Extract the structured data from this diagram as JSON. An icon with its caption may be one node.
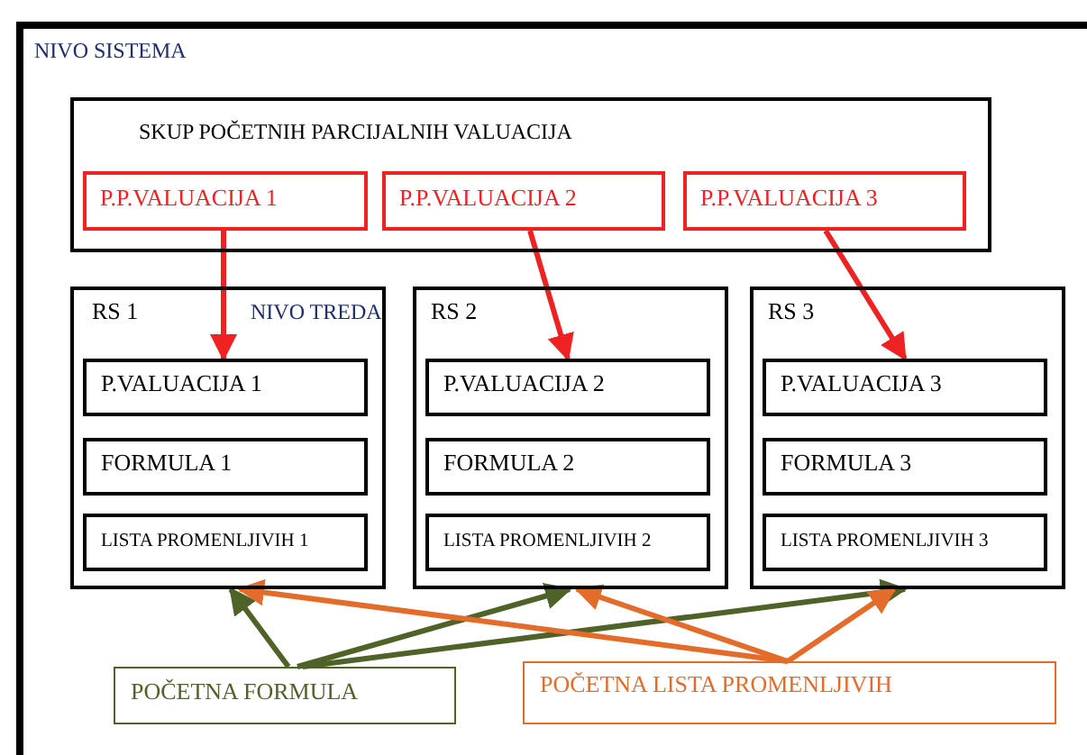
{
  "diagram": {
    "nodes": [
      {
        "text": [
          "NIVO SISTEMA"
        ]
      },
      {
        "text": [
          "SKUP POČETNIH PARCIJALNIH VALUACIJA"
        ],
        "in": 0
      },
      {
        "text": [
          "P.P.VALUACIJA 1"
        ],
        "in": 1
      },
      {
        "text": [
          "P.P.VALUACIJA 2"
        ],
        "in": 1
      },
      {
        "text": [
          "P.P.VALUACIJA 3"
        ],
        "in": 1
      },
      {
        "text": [
          "RS 1",
          "NIVO TREDA"
        ],
        "in": 0
      },
      {
        "text": [
          "P.VALUACIJA 1"
        ],
        "in": 5
      },
      {
        "text": [
          "FORMULA 1"
        ],
        "in": 5
      },
      {
        "text": [
          "LISTA PROMENLJIVIH 1"
        ],
        "in": 5
      },
      {
        "text": [
          "RS 2"
        ],
        "in": 0
      },
      {
        "text": [
          "P.VALUACIJA 2"
        ],
        "in": 9
      },
      {
        "text": [
          "FORMULA 2"
        ],
        "in": 9
      },
      {
        "text": [
          "LISTA PROMENLJIVIH 2"
        ],
        "in": 9
      },
      {
        "text": [
          "RS 3"
        ],
        "in": 0
      },
      {
        "text": [
          "P.VALUACIJA 3"
        ],
        "in": 13
      },
      {
        "text": [
          "FORMULA 3"
        ],
        "in": 13
      },
      {
        "text": [
          "LISTA PROMENLJIVIH 3"
        ],
        "in": 13
      },
      {
        "text": [
          "POČETNA FORMULA"
        ],
        "in": 0
      },
      {
        "text": [
          "POČETNA LISTA PROMENLJIVIH"
        ],
        "in": 0
      }
    ],
    "edges": [
      {
        "from": 2,
        "to": 6,
        "arrow": "to",
        "color": "#ee2222"
      },
      {
        "from": 3,
        "to": 10,
        "arrow": "to",
        "color": "#ee2222"
      },
      {
        "from": 4,
        "to": 14,
        "arrow": "to",
        "color": "#ee2222"
      },
      {
        "from": 17,
        "to": 5,
        "arrow": "to",
        "color": "#4f6228"
      },
      {
        "from": 17,
        "to": 9,
        "arrow": "to",
        "color": "#4f6228"
      },
      {
        "from": 17,
        "to": 13,
        "arrow": "to",
        "color": "#4f6228"
      },
      {
        "from": 18,
        "to": 5,
        "arrow": "to",
        "color": "#e46c2a"
      },
      {
        "from": 18,
        "to": 9,
        "arrow": "to",
        "color": "#e46c2a"
      },
      {
        "from": 18,
        "to": 13,
        "arrow": "to",
        "color": "#e46c2a"
      }
    ]
  }
}
